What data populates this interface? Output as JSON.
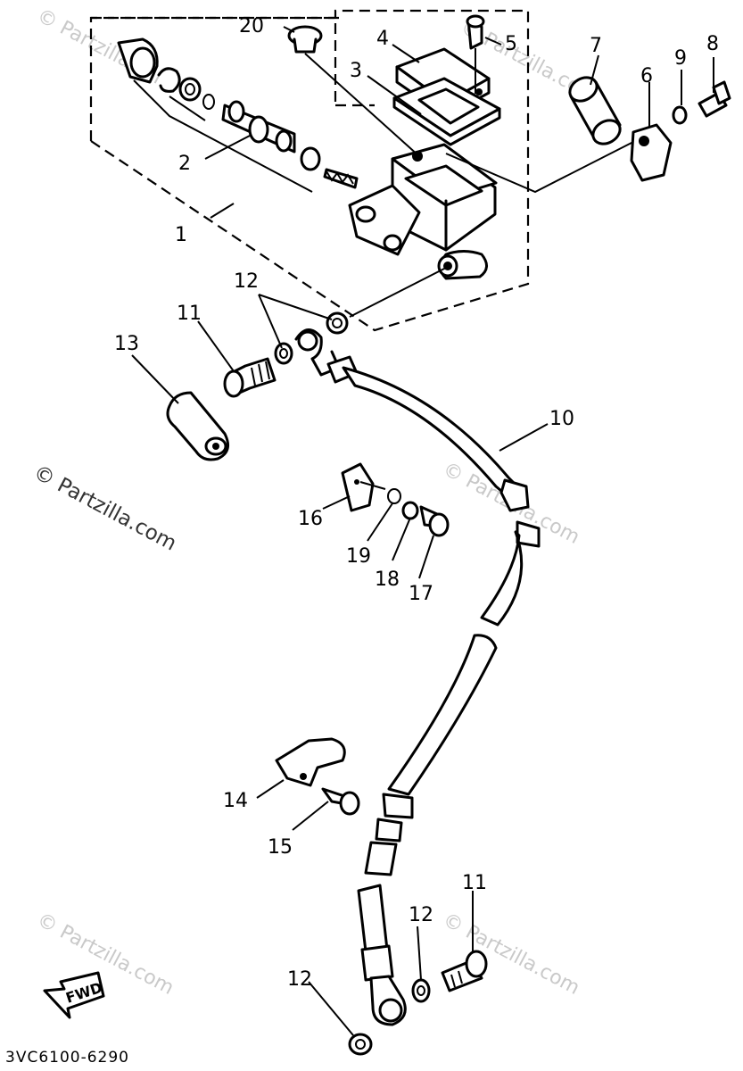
{
  "watermark": "© Partzilla.com",
  "diagram_code": "3VC6100-6290",
  "fwd_label": "FWD",
  "callouts": {
    "c1": "1",
    "c2": "2",
    "c3": "3",
    "c4": "4",
    "c5": "5",
    "c6": "6",
    "c7": "7",
    "c8": "8",
    "c9": "9",
    "c10": "10",
    "c11a": "11",
    "c11b": "11",
    "c12a": "12",
    "c12b": "12",
    "c12c": "12",
    "c13": "13",
    "c14": "14",
    "c15": "15",
    "c16": "16",
    "c17": "17",
    "c18": "18",
    "c19": "19",
    "c20": "20"
  }
}
